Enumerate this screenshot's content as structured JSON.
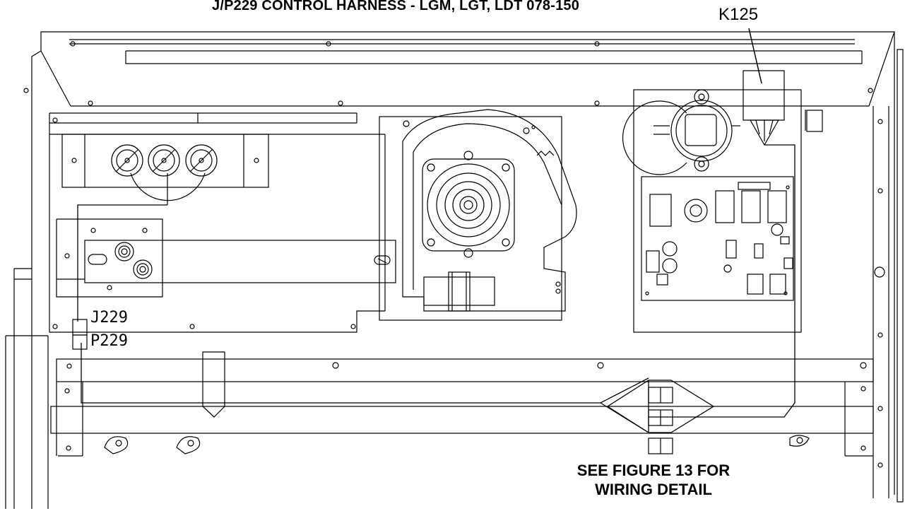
{
  "title": "J/P229 CONTROL HARNESS - LGM, LGT, LDT  078-150",
  "callouts": {
    "relay": "K125",
    "jack": "J229",
    "plug": "P229"
  },
  "note": {
    "line1": "SEE FIGURE 13 FOR",
    "line2": "WIRING DETAIL"
  },
  "colors": {
    "line": "#000000",
    "background": "#ffffff"
  }
}
